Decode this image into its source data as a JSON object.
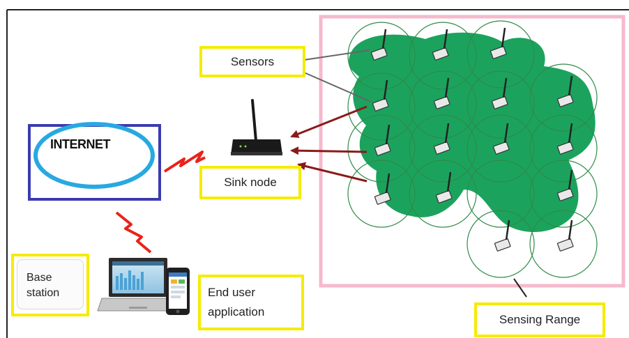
{
  "labels": {
    "sensors": "Sensors",
    "sink_node": "Sink node",
    "internet": "INTERNET",
    "base_station_line1": "Base",
    "base_station_line2": "station",
    "end_user_line1": "End user",
    "end_user_line2": "application",
    "sensing_range": "Sensing Range"
  },
  "colors": {
    "label_border": "#f5ec00",
    "sensing_area_border": "#f6b9cc",
    "internet_box_border": "#3b3bb0",
    "internet_ellipse": "#27a9e1",
    "coverage_fill": "#1ba35e",
    "range_circle": "#2e8b47",
    "data_arrow": "#8b1a1a",
    "wireless_link": "#e8231b"
  },
  "icons": [
    "sensor-node-icon",
    "router-icon",
    "laptop-icon",
    "smartphone-icon",
    "lightning-link-icon"
  ]
}
